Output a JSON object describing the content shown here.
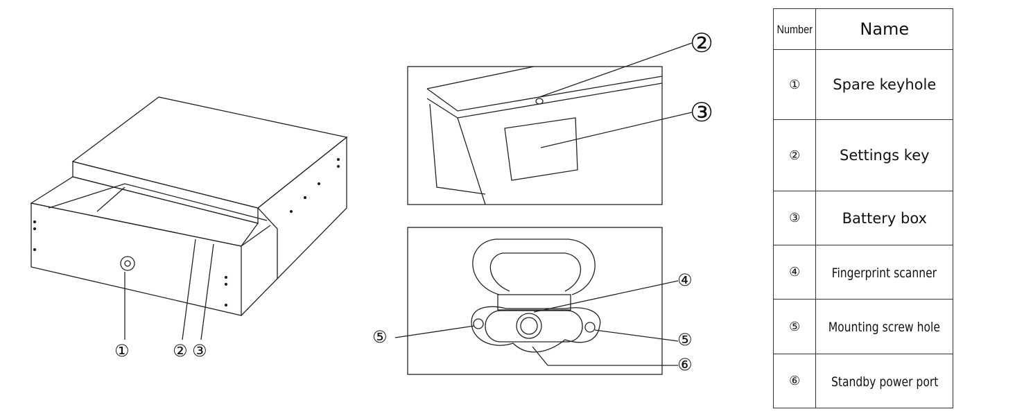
{
  "callouts": {
    "c1": "①",
    "c2": "②",
    "c3": "③",
    "c4": "④",
    "c5": "⑤",
    "c6": "⑥",
    "n1": "1",
    "n2": "2",
    "n3": "3",
    "n4": "4",
    "n5": "5",
    "n6": "6"
  },
  "table": {
    "headers": [
      "Number",
      "Name"
    ],
    "rows": [
      {
        "number": "①",
        "name": "Spare keyhole"
      },
      {
        "number": "②",
        "name": "Settings key"
      },
      {
        "number": "③",
        "name": "Battery box"
      },
      {
        "number": "④",
        "name": "Fingerprint scanner"
      },
      {
        "number": "⑤",
        "name": "Mounting screw hole"
      },
      {
        "number": "⑥",
        "name": "Standby power port"
      }
    ]
  }
}
